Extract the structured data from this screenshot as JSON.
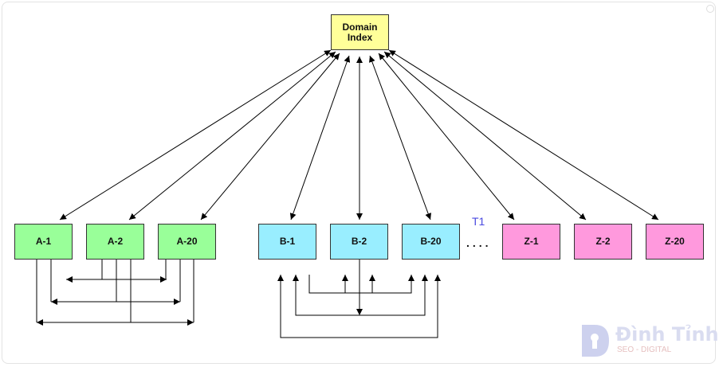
{
  "root": {
    "line1": "Domain",
    "line2": "Index"
  },
  "groups": [
    {
      "color": "green",
      "nodes": [
        "A-1",
        "A-2",
        "A-20"
      ]
    },
    {
      "color": "cyan",
      "nodes": [
        "B-1",
        "B-2",
        "B-20"
      ]
    },
    {
      "color": "pink",
      "nodes": [
        "Z-1",
        "Z-2",
        "Z-20"
      ]
    }
  ],
  "separator": "....",
  "annotation": "T1",
  "watermark": {
    "title": "Đình Tỉnh",
    "subtitle": "SEO - DIGITAL"
  },
  "colors": {
    "green": "#99ff99",
    "cyan": "#99eeff",
    "pink": "#ff99dd",
    "root": "#ffff99"
  }
}
